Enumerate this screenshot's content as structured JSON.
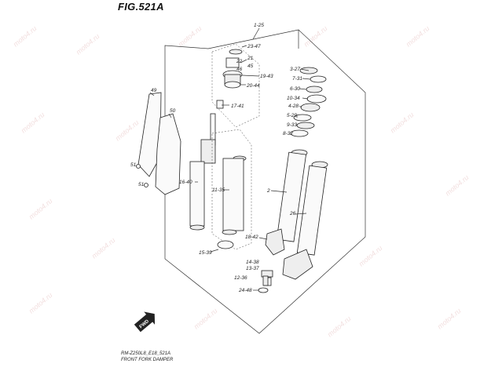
{
  "figure": {
    "title": "FIG.521A",
    "watermark": "moto4.ru",
    "footer_code": "RM-Z250L8_E18_521A",
    "footer_name": "FRONT FORK DAMPER",
    "fwd_label": "FWD"
  },
  "labels": {
    "l1_25": "1-25",
    "l23_47": "23-47",
    "l21": "21",
    "l22": "22",
    "l45": "45",
    "l46": "46",
    "l19_43": "19-43",
    "l20_44": "20-44",
    "l17_41": "17-41",
    "l16_40": "16-40",
    "l11_35": "11-35",
    "l15_39": "15-39",
    "l49": "49",
    "l50": "50",
    "l51a": "51",
    "l51b": "51",
    "l3_27": "3-27",
    "l7_31": "7-31",
    "l6_30": "6-30",
    "l10_34": "10-34",
    "l4_28": "4-28",
    "l5_29": "5-29",
    "l9_33": "9-33",
    "l8_32": "8-32",
    "l2": "2",
    "l26": "26",
    "l18_42": "18-42",
    "l14_38": "14-38",
    "l13_37": "13-37",
    "l12_36": "12-36",
    "l24_48": "24-48"
  }
}
